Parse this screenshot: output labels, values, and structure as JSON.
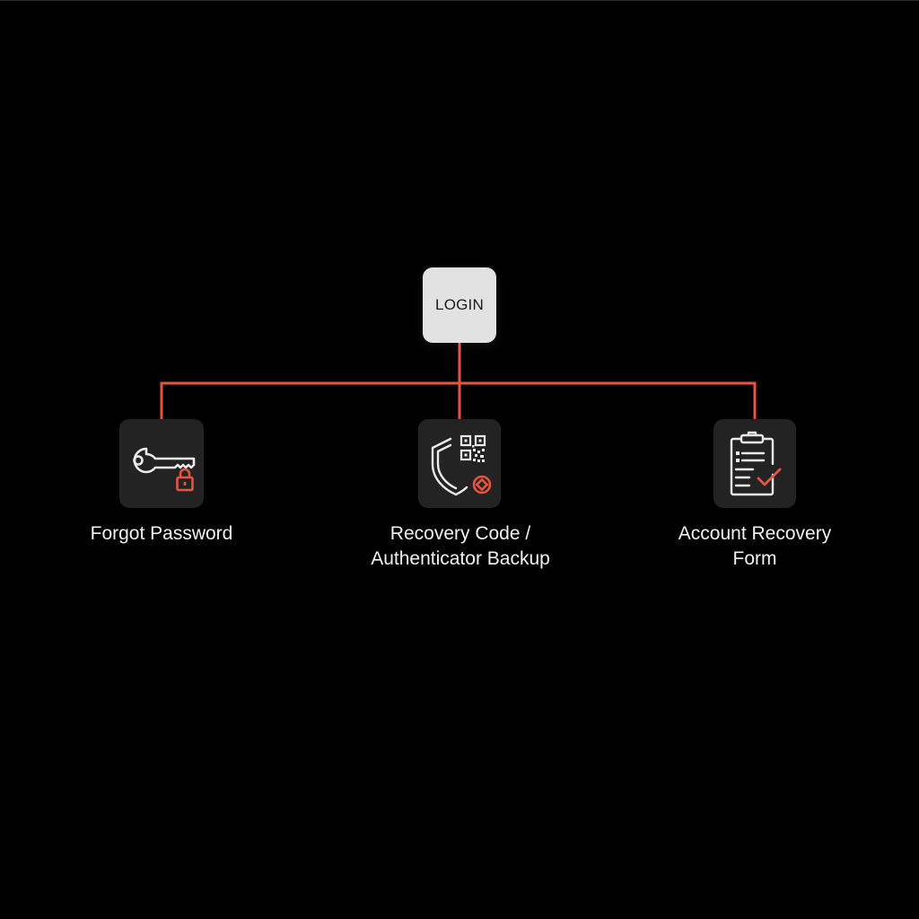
{
  "diagram": {
    "type": "tree",
    "root": {
      "label": "LOGIN"
    },
    "children": [
      {
        "id": "forgot-password",
        "icon": "key-lock-icon",
        "label_lines": [
          "Forgot Password"
        ]
      },
      {
        "id": "recovery-code",
        "icon": "shield-qr-icon",
        "label_lines": [
          "Recovery Code /",
          "Authenticator Backup"
        ]
      },
      {
        "id": "account-recovery-form",
        "icon": "clipboard-check-icon",
        "label_lines": [
          "Account Recovery",
          "Form"
        ]
      }
    ]
  },
  "colors": {
    "background": "#000000",
    "connector": "#e8553e",
    "root_fill": "#e2e2e2",
    "child_fill": "#232323",
    "icon_stroke": "#ececec",
    "icon_accent": "#e8553e",
    "label_text": "#f2f2f2"
  }
}
